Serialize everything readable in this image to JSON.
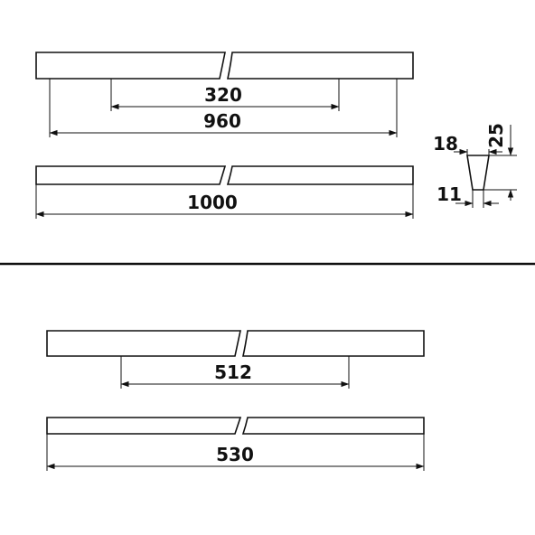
{
  "drawing": {
    "colors": {
      "line": "#111111",
      "background": "#ffffff"
    },
    "upper_set": {
      "handle_a": {
        "hole_spacing": "320",
        "overall_hole_span": "960"
      },
      "handle_b": {
        "length": "1000"
      },
      "profile": {
        "top_width": "18",
        "bottom_width": "11",
        "height": "25"
      }
    },
    "lower_set": {
      "handle_a": {
        "hole_spacing": "512"
      },
      "handle_b": {
        "length": "530"
      }
    }
  }
}
